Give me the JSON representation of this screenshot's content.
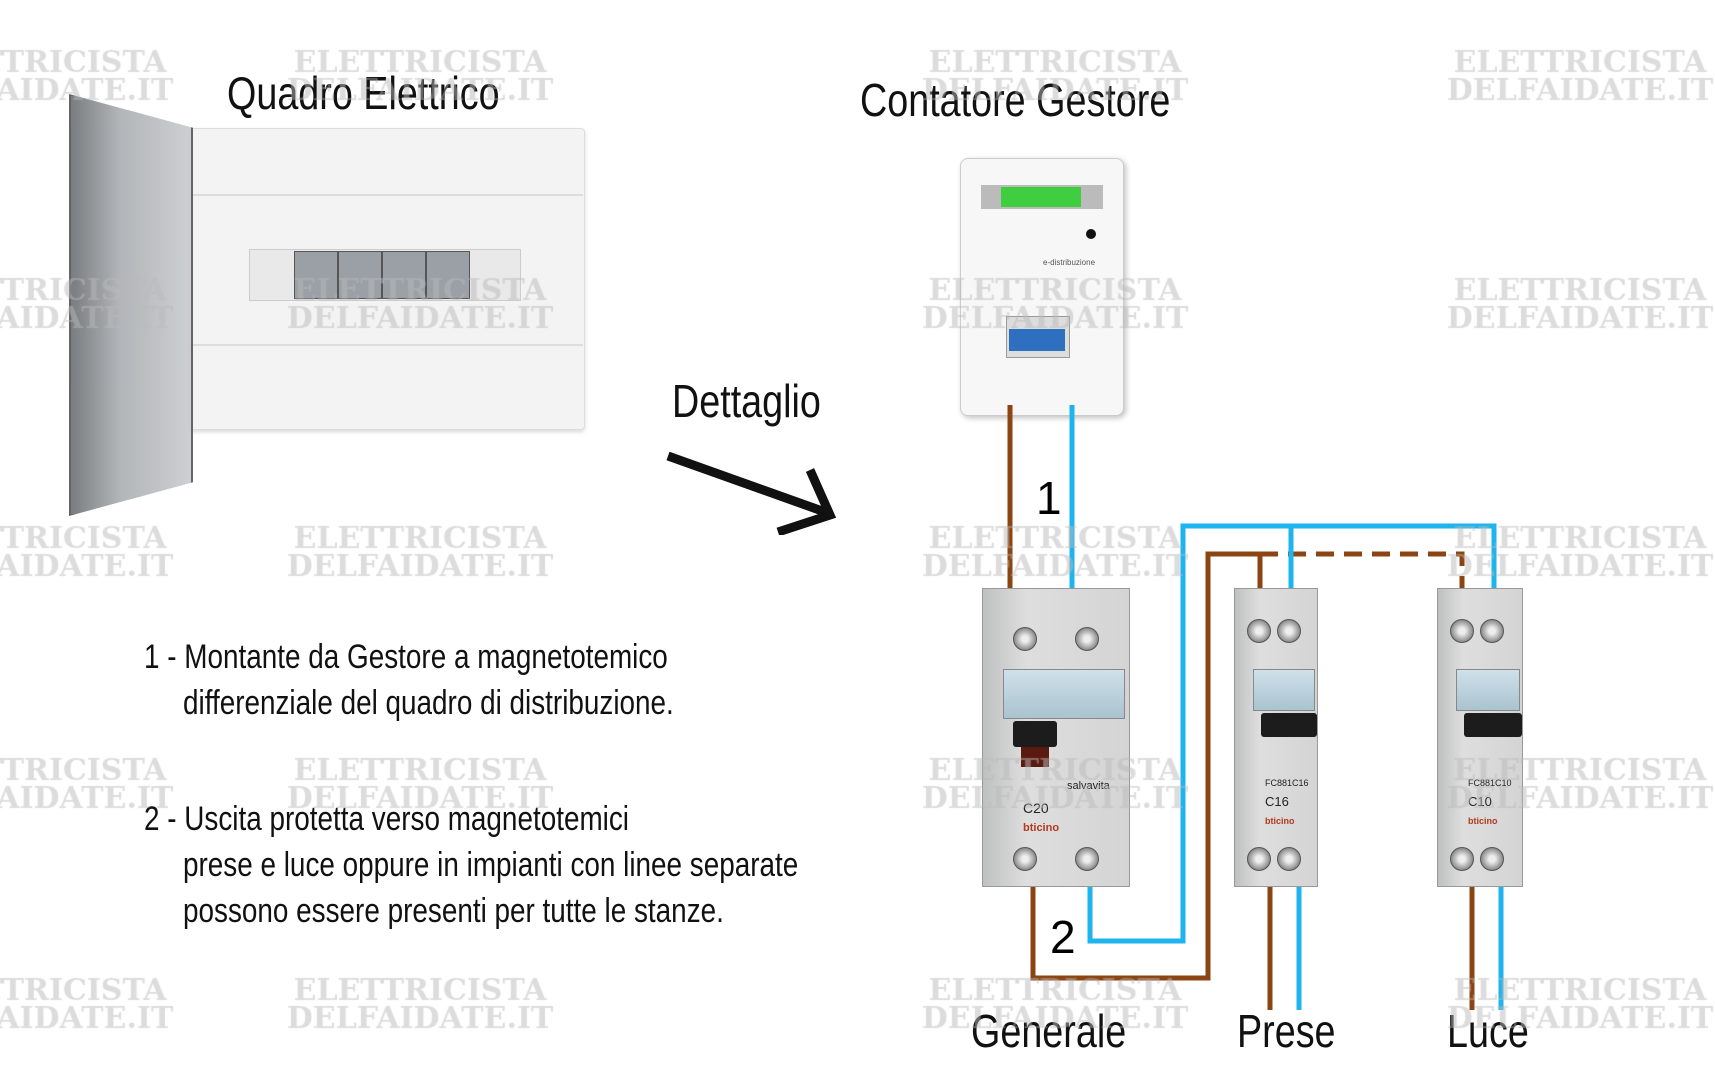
{
  "titles": {
    "panel": "Quadro Elettrico",
    "meter": "Contatore Gestore",
    "detail": "Dettaglio"
  },
  "notes": [
    {
      "lines": [
        "1 - Montante da Gestore a magnetotemico",
        "differenziale del quadro di distribuzione."
      ]
    },
    {
      "lines": [
        "2 - Uscita protetta verso magnetotemici",
        "prese e luce oppure in impianti con linee separate",
        "possono essere presenti per tutte le stanze."
      ]
    }
  ],
  "wire_labels": {
    "one": "1",
    "two": "2"
  },
  "breakers": [
    {
      "label": "Generale",
      "rating": "C20",
      "brand": "bticino",
      "extra": "salvavita"
    },
    {
      "label": "Prese",
      "rating": "C16",
      "model": "FC881C16",
      "brand": "bticino"
    },
    {
      "label": "Luce",
      "rating": "C10",
      "model": "FC881C10",
      "brand": "bticino"
    }
  ],
  "meter": {
    "brand": "e-distribuzione"
  },
  "watermark": {
    "line1": "ELETTRICISTA",
    "line2": "DELFAIDATE.IT"
  },
  "colors": {
    "phase": "#8B4513",
    "neutral": "#1EB4EE"
  }
}
